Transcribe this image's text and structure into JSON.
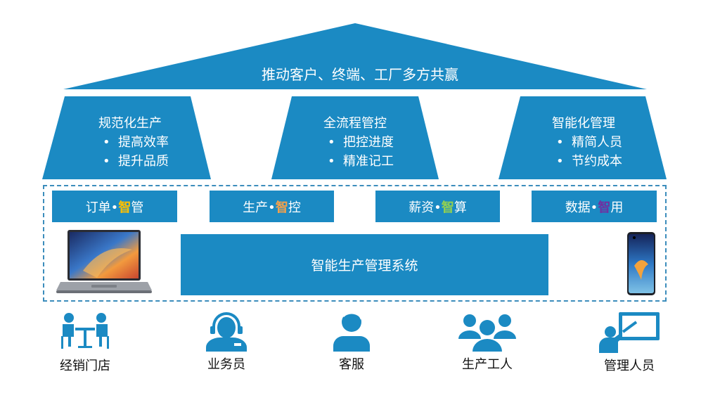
{
  "roof": {
    "text": "推动客户、终端、工厂多方共赢"
  },
  "pillars": [
    {
      "title": "规范化生产",
      "bullets": [
        "提高效率",
        "提升品质"
      ]
    },
    {
      "title": "全流程管控",
      "bullets": [
        "把控进度",
        "精准记工"
      ]
    },
    {
      "title": "智能化管理",
      "bullets": [
        "精简人员",
        "节约成本"
      ]
    }
  ],
  "modules": [
    {
      "prefix": "订单•",
      "zhi": "智",
      "suffix": "管",
      "zhi_color": "#ffc000"
    },
    {
      "prefix": "生产•",
      "zhi": "智",
      "suffix": "控",
      "zhi_color": "#f4a14b"
    },
    {
      "prefix": "薪资•",
      "zhi": "智",
      "suffix": "算",
      "zhi_color": "#92d050"
    },
    {
      "prefix": "数据•",
      "zhi": "智",
      "suffix": "用",
      "zhi_color": "#7030a0"
    }
  ],
  "system": {
    "label": "智能生产管理系统"
  },
  "users": [
    {
      "label": "经销门店",
      "icon": "meeting-icon"
    },
    {
      "label": "业务员",
      "icon": "headset-agent-icon"
    },
    {
      "label": "客服",
      "icon": "person-icon"
    },
    {
      "label": "生产工人",
      "icon": "group-icon"
    },
    {
      "label": "管理人员",
      "icon": "presenter-icon"
    }
  ],
  "colors": {
    "primary": "#1b8ac3",
    "dark_blue": "#1874b0",
    "frame": "#3c8dbc"
  }
}
